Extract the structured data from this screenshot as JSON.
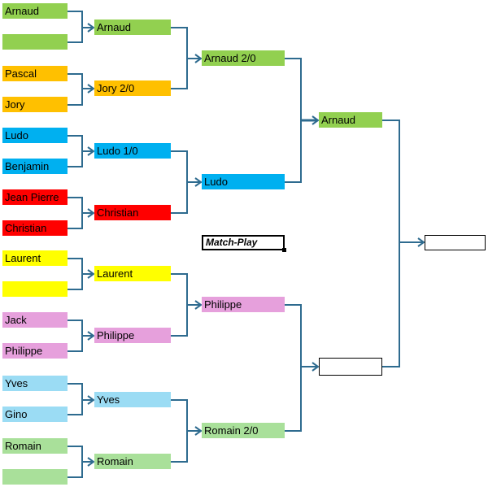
{
  "colors": {
    "green": "#92d050",
    "orange": "#ffc000",
    "blue": "#00b0f0",
    "red": "#ff0000",
    "yellow": "#ffff00",
    "pink": "#e6a0dc",
    "lightblue": "#9bdcf4",
    "lightgreen": "#a9e09a",
    "line": "#2e6b8f"
  },
  "round1": [
    "Arnaud",
    "",
    "Pascal",
    "Jory",
    "Ludo",
    "Benjamin",
    "Jean Pierre",
    "Christian",
    "Laurent",
    "",
    "Jack",
    "Philippe",
    "Yves",
    "Gino",
    "Romain",
    ""
  ],
  "round2": [
    "Arnaud",
    "Jory 2/0",
    "Ludo 1/0",
    "Christian",
    "Laurent",
    "Philippe",
    "Yves",
    "Romain"
  ],
  "round3": [
    "Arnaud 2/0",
    "Ludo",
    "Philippe",
    "Romain 2/0"
  ],
  "round4": [
    "Arnaud",
    ""
  ],
  "final": "",
  "label": "Match-Play"
}
